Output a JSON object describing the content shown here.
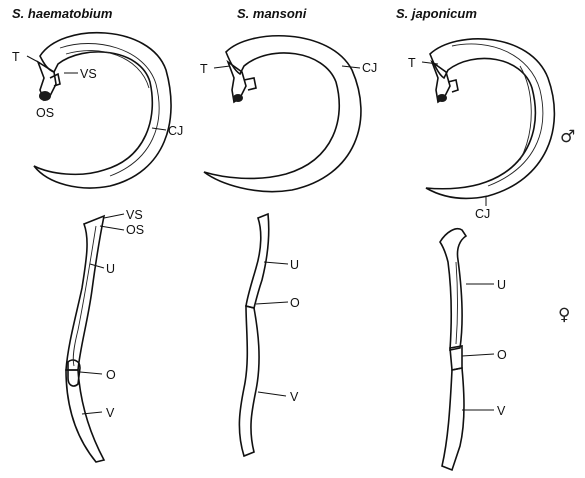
{
  "species": [
    {
      "id": "haematobium",
      "title": "S. haematobium"
    },
    {
      "id": "mansoni",
      "title": "S. mansoni"
    },
    {
      "id": "japonicum",
      "title": "S. japonicum"
    }
  ],
  "male_labels": {
    "haematobium": {
      "t": "T",
      "vs": "VS",
      "os": "OS",
      "cj": "CJ"
    },
    "mansoni": {
      "t": "T",
      "cj": "CJ"
    },
    "japonicum": {
      "t": "T",
      "cj": "CJ"
    }
  },
  "female_labels": {
    "haematobium": {
      "vs": "VS",
      "os": "OS",
      "u": "U",
      "o": "O",
      "v": "V"
    },
    "mansoni": {
      "u": "U",
      "o": "O",
      "v": "V"
    },
    "japonicum": {
      "u": "U",
      "o": "O",
      "v": "V"
    }
  },
  "symbols": {
    "male": "♂",
    "female": "♀"
  }
}
